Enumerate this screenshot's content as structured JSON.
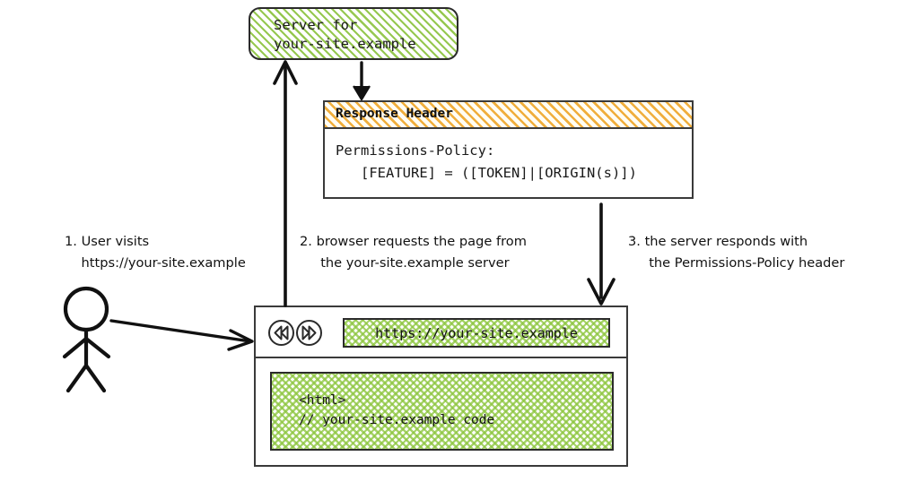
{
  "diagram": {
    "title": "Permissions-Policy request/response flow",
    "colors": {
      "green_hatch": "#8dc63f",
      "yellow_hatch": "#f0ae3c",
      "stroke": "#2b2b2b",
      "background": "#ffffff"
    }
  },
  "server": {
    "label_line1": "Server for",
    "label_line2": "your-site.example",
    "label": "Server for\nyour-site.example"
  },
  "response_header": {
    "title": "Response Header",
    "line1": "Permissions-Policy:",
    "line2": "   [FEATURE] = ([TOKEN]|[ORIGIN(s)])"
  },
  "browser": {
    "back_icon": "rewind-icon",
    "forward_icon": "fast-forward-icon",
    "url": "https://your-site.example",
    "url_placeholder": "https://your-site.example",
    "page_code_line1": "<html>",
    "page_code_line2": "// your-site.example code",
    "page_code": "<html>\n// your-site.example code"
  },
  "actor": {
    "name": "user-stick-figure"
  },
  "annotations": [
    {
      "id": 1,
      "line1": "1. User visits",
      "line2": "    https://your-site.example",
      "text": "1. User visits\n    https://your-site.example"
    },
    {
      "id": 2,
      "line1": "2. browser requests the page from",
      "line2": "     the your-site.example server",
      "text": "2. browser requests the page from\n     the your-site.example server"
    },
    {
      "id": 3,
      "line1": "3. the server responds with",
      "line2": "     the Permissions-Policy header",
      "text": "3. the server responds with\n     the Permissions-Policy header"
    }
  ],
  "arrows": [
    {
      "name": "user-to-browser-arrow",
      "from": "user",
      "to": "browser"
    },
    {
      "name": "browser-to-server-arrow",
      "from": "browser",
      "to": "server"
    },
    {
      "name": "server-to-response-header-arrow",
      "from": "server",
      "to": "response-header"
    },
    {
      "name": "response-header-to-browser-arrow",
      "from": "response-header",
      "to": "browser"
    }
  ]
}
